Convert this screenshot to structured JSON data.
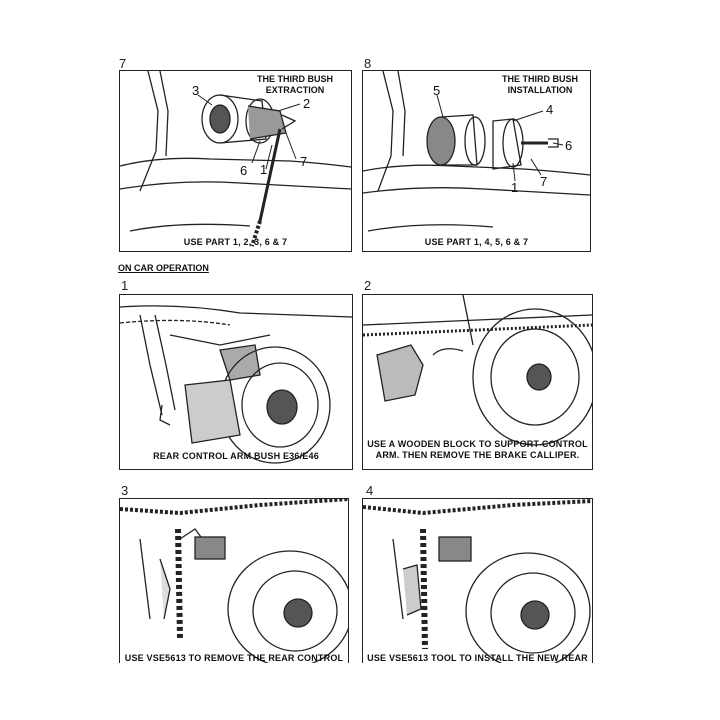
{
  "section_heading": "ON CAR OPERATION",
  "steps": {
    "s7": {
      "number": "7",
      "title_line1": "THE THIRD BUSH",
      "title_line2": "EXTRACTION",
      "caption": "USE  PART  1, 2, 3, 6 & 7",
      "labels": [
        "3",
        "2",
        "6",
        "1",
        "7"
      ]
    },
    "s8": {
      "number": "8",
      "title_line1": "THE THIRD BUSH",
      "title_line2": "INSTALLATION",
      "caption": "USE  PART  1, 4, 5, 6 & 7",
      "labels": [
        "5",
        "4",
        "6",
        "1",
        "7"
      ]
    },
    "s1": {
      "number": "1",
      "caption": "REAR CONTROL ARM BUSH E36/E46"
    },
    "s2": {
      "number": "2",
      "caption_line1": "USE A WOODEN BLOCK TO SUPPORT CONTROL",
      "caption_line2": "ARM. THEN REMOVE THE BRAKE CALLIPER."
    },
    "s3": {
      "number": "3",
      "caption": "USE VSE5613 TO REMOVE THE REAR CONTROL"
    },
    "s4": {
      "number": "4",
      "caption": "USE VSE5613 TOOL TO INSTALL THE NEW REAR"
    }
  }
}
